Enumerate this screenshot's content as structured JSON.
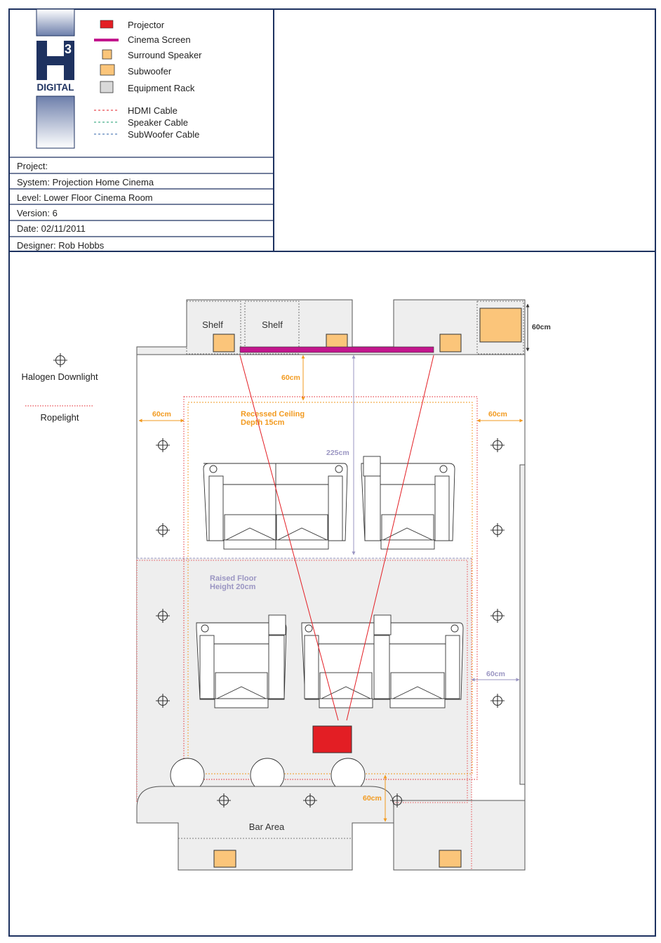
{
  "legend": {
    "items": [
      {
        "label": "Projector",
        "color": "#e31e24"
      },
      {
        "label": "Cinema Screen",
        "color": "#c2168d"
      },
      {
        "label": "Surround Speaker",
        "color": "#fbc57a"
      },
      {
        "label": "Subwoofer",
        "color": "#fbc57a"
      },
      {
        "label": "Equipment Rack",
        "color": "#d9d9d9"
      }
    ],
    "cables": [
      {
        "label": "HDMI Cable",
        "color": "#e31e24"
      },
      {
        "label": "Speaker Cable",
        "color": "#1a9b6c"
      },
      {
        "label": "SubWoofer Cable",
        "color": "#2d62a8"
      }
    ]
  },
  "logo": {
    "text": "DIGITAL",
    "sup": "3",
    "color": "#1e3260"
  },
  "info": {
    "project": "Project:",
    "system": "System: Projection Home Cinema",
    "level": "Level: Lower Floor Cinema Room",
    "version": "Version: 6",
    "date": "Date: 02/11/2011",
    "designer": "Designer: Rob Hobbs"
  },
  "side_legend": {
    "downlight": "Halogen Downlight",
    "ropelight": "Ropelight"
  },
  "plan": {
    "shelf_1": "Shelf",
    "shelf_2": "Shelf",
    "bar": "Bar Area",
    "ceiling_1": "Recessed Ceiling",
    "ceiling_2": "Depth 15cm",
    "floor_1": "Raised Floor",
    "floor_2": "Height 20cm",
    "dims": {
      "rack_depth": "60cm",
      "screen_gap": "60cm",
      "left_gap": "60cm",
      "right_gap": "60cm",
      "screen_to_row": "225cm",
      "side_gap": "60cm",
      "bar_gap": "60cm"
    }
  },
  "colors": {
    "frame": "#1e3260",
    "floor": "#eeeeee",
    "wall_stroke": "#555555",
    "speaker": "#fbc57a",
    "projector": "#e31e24",
    "screen": "#c2168d",
    "orange": "#f29a1f",
    "purple": "#9a95c2",
    "hdmi": "#e31e24"
  }
}
